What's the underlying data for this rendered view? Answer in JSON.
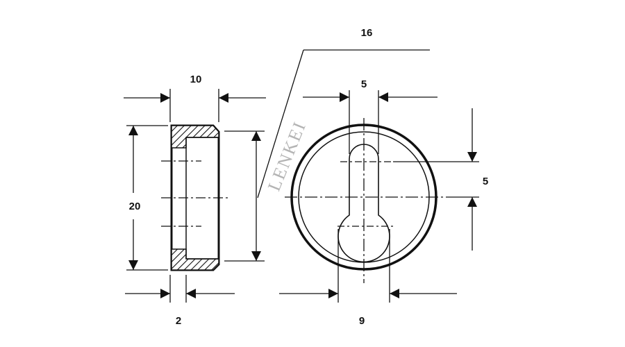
{
  "colors": {
    "line": "#111111",
    "background": "#ffffff",
    "watermark": "#b4b4b4"
  },
  "watermark": "LENKEI",
  "dimensions": {
    "side_width": "10",
    "side_height": "20",
    "side_wall": "2",
    "front_diameter": "16",
    "slot_width": "5",
    "slot_offset": "5",
    "bulb_width": "9"
  }
}
